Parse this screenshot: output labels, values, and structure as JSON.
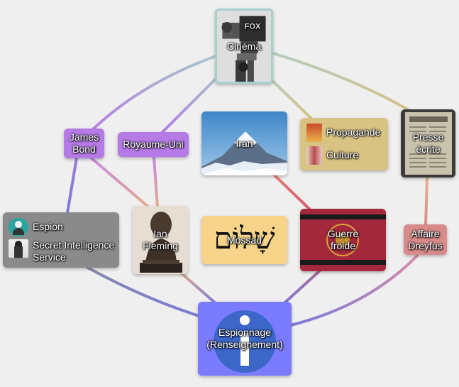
{
  "nodes": {
    "cinema": {
      "label": "Cinéma",
      "color": "#b9d6d6",
      "icon": "film-camera-image"
    },
    "james_bond": {
      "label": "James\nBond",
      "color": "#b57ae6"
    },
    "royaume_uni": {
      "label": "Royaume-Uni",
      "color": "#b57ae6"
    },
    "iran": {
      "label": "Iran",
      "color": "#6fa7d6",
      "icon": "mountain-image"
    },
    "propagande_culture": {
      "color": "#d9c383",
      "items": [
        {
          "label": "Propagande",
          "icon": "poster-thumbnail"
        },
        {
          "label": "Culture",
          "icon": "painting-thumbnail"
        }
      ]
    },
    "presse": {
      "label": "Presse\nécrite",
      "color": "#4a4a4a",
      "icon": "newspaper-image"
    },
    "espion_list": {
      "color": "#8a8a8a",
      "items": [
        {
          "label": "Espion",
          "icon": "spy-thumbnail"
        },
        {
          "label": "Secret Intelligence\nService",
          "icon": "agent-thumbnail"
        }
      ]
    },
    "ian_fleming": {
      "label": "Ian\nFleming",
      "color": "#d8d0c2",
      "icon": "bust-statue-image"
    },
    "mossad": {
      "label": "Mossad",
      "color": "#f7d48a",
      "glyph": "שָׁלוֹם"
    },
    "guerre_froide": {
      "label": "Guerre\nfroide",
      "color": "#9e2a3c",
      "icon": "soviet-flag-image"
    },
    "affaire_dreyfus": {
      "label": "Affaire\nDreyfus",
      "color": "#d98a8a"
    },
    "espionnage": {
      "label": "Espionnage\n(Renseignement)",
      "color": "#7b7bff",
      "icon": "info-icon"
    }
  },
  "edge_colors": {
    "purple": "#b57ae6",
    "tan": "#d7c083",
    "teal": "#a9c9c9",
    "blue": "#7b7bd6",
    "salmon": "#e8a08a",
    "red": "#d96a6a"
  }
}
